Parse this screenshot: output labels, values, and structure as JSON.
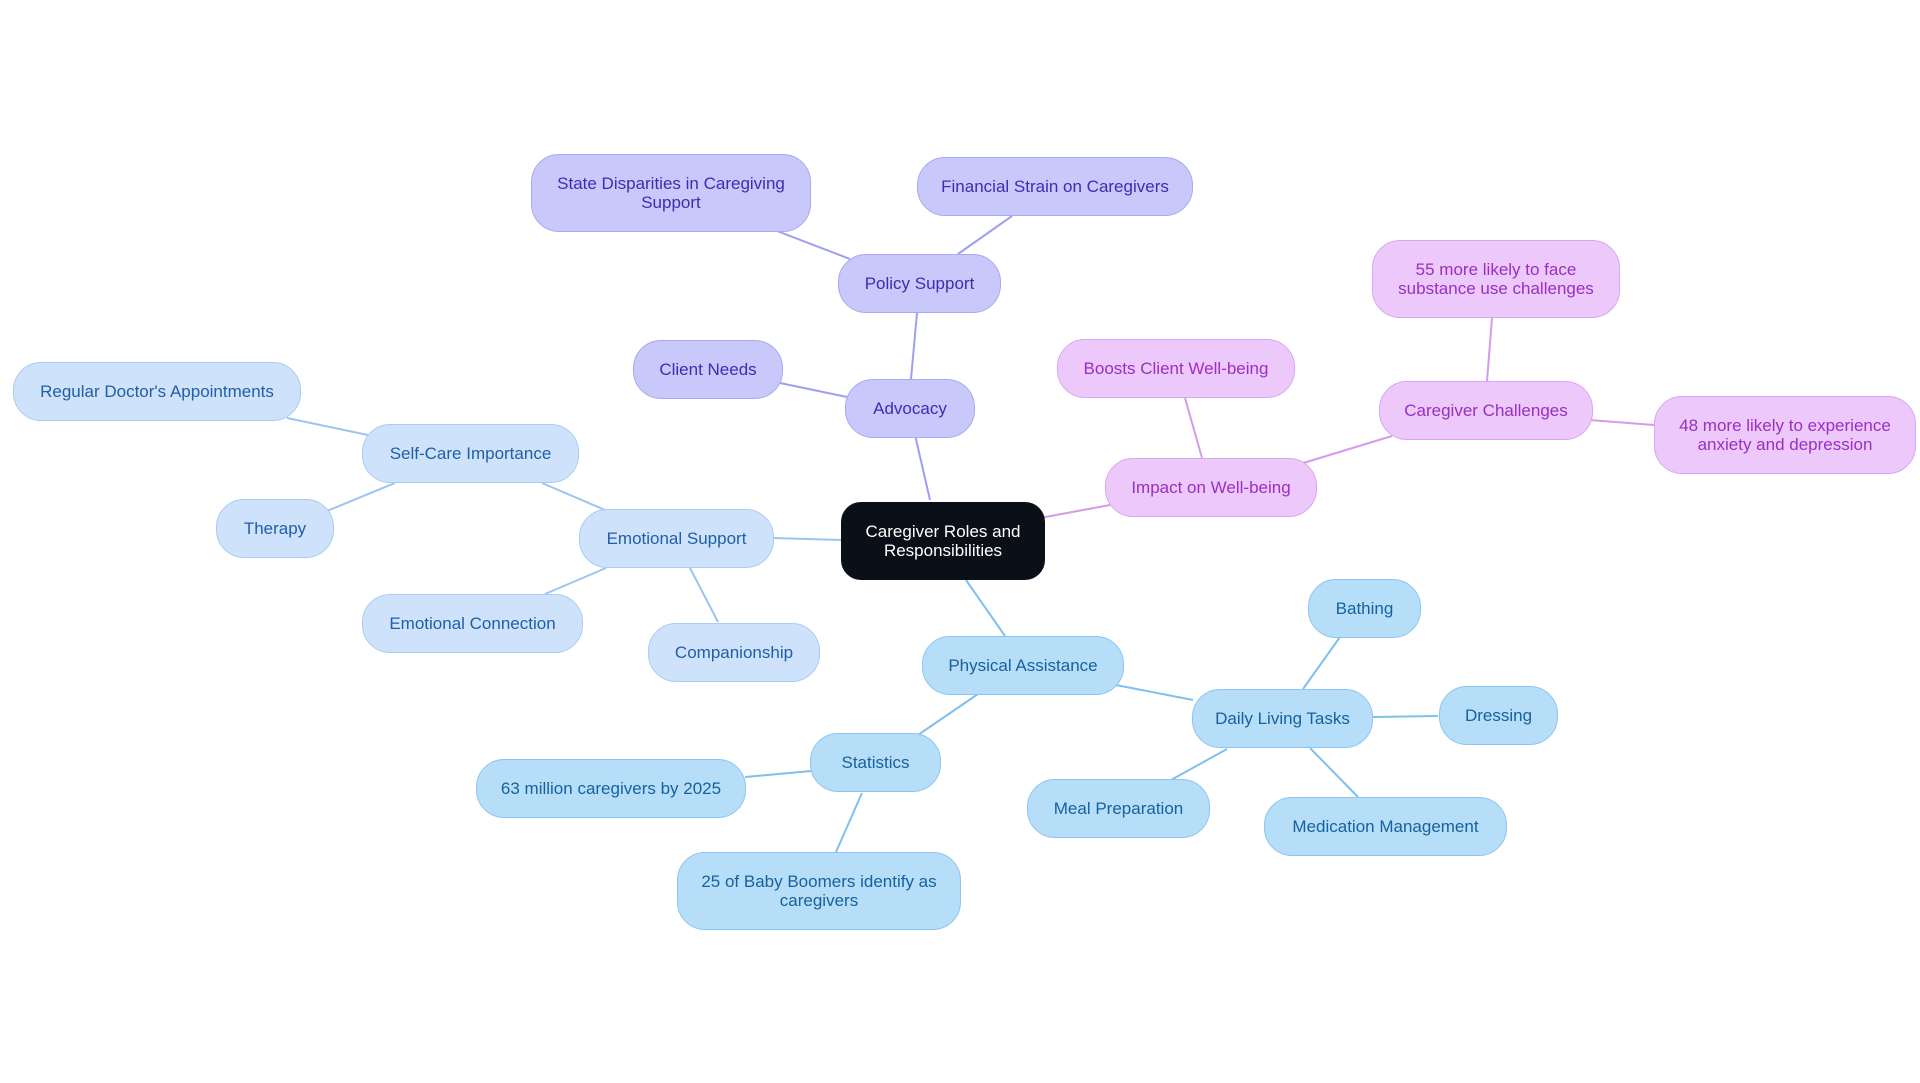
{
  "colors": {
    "root": "#0b1018",
    "advocacy_branch": "#9f9ff2",
    "wellbeing_branch": "#d39be9",
    "emotional_branch": "#9cc5ee",
    "physical_branch": "#7fc0ec"
  },
  "root": {
    "label": "Caregiver Roles and Responsibilities"
  },
  "advocacy": {
    "label": "Advocacy",
    "client_needs": "Client Needs",
    "policy_support": "Policy Support",
    "state_disparities": "State Disparities in Caregiving Support",
    "financial_strain": "Financial Strain on Caregivers"
  },
  "wellbeing": {
    "label": "Impact on Well-being",
    "boosts": "Boosts Client Well-being",
    "challenges": "Caregiver Challenges",
    "substance": "55 more likely to face substance use challenges",
    "anxiety": "48 more likely to experience anxiety and depression"
  },
  "emotional": {
    "label": "Emotional Support",
    "self_care": "Self-Care Importance",
    "doctor": "Regular Doctor's Appointments",
    "therapy": "Therapy",
    "connection": "Emotional Connection",
    "companionship": "Companionship"
  },
  "physical": {
    "label": "Physical Assistance",
    "daily": "Daily Living Tasks",
    "bathing": "Bathing",
    "dressing": "Dressing",
    "meal": "Meal Preparation",
    "medication": "Medication Management",
    "statistics": "Statistics",
    "caregivers_2025": "63 million caregivers by 2025",
    "boomers": "25 of Baby Boomers identify as caregivers"
  }
}
